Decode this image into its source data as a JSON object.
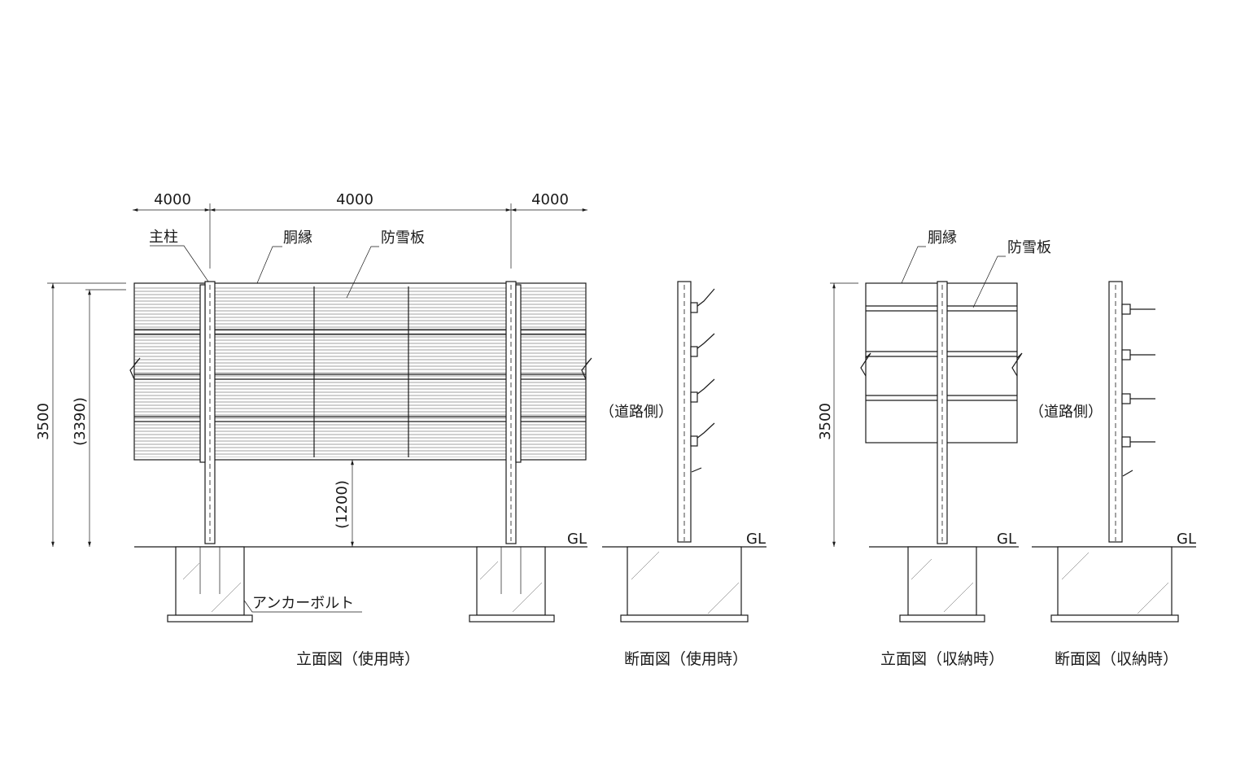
{
  "dimensions": {
    "span_left": "4000",
    "span_center": "4000",
    "span_right": "4000",
    "height_total_a": "3500",
    "height_panel": "(3390)",
    "clearance": "(1200)",
    "height_total_b": "3500"
  },
  "labels": {
    "main_post": "主柱",
    "girt_a": "胴縁",
    "snow_board_a": "防雪板",
    "girt_b": "胴縁",
    "snow_board_b": "防雪板",
    "anchor_bolt": "アンカーボルト",
    "road_side_a": "（道路側）",
    "road_side_b": "（道路側）",
    "gl_1": "GL",
    "gl_2": "GL",
    "gl_3": "GL",
    "gl_4": "GL"
  },
  "captions": {
    "elevation_in_use": "立面図（使用時）",
    "section_in_use": "断面図（使用時）",
    "elevation_stored": "立面図（収納時）",
    "section_stored": "断面図（収納時）"
  }
}
